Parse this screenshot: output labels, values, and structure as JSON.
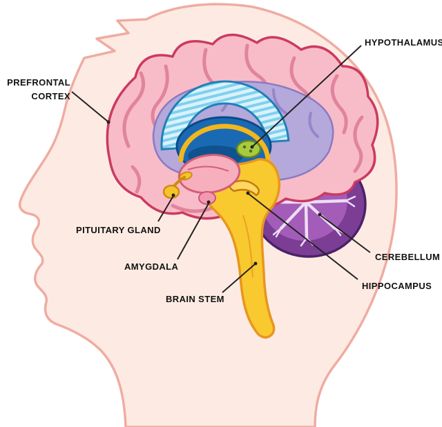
{
  "labels": {
    "prefrontal_cortex": "PREFRONTAL CORTEX",
    "hypothalamus": "HYPOTHALAMUS",
    "pituitary_gland": "PITUITARY GLAND",
    "amygdala": "AMYGDALA",
    "brain_stem": "BRAIN STEM",
    "cerebellum": "CEREBELLUM",
    "hippocampus": "HIPPOCAMPUS"
  },
  "colors": {
    "head_skin": "#fdebe3",
    "cerebrum_pink": "#f8bcc8",
    "inner_purple": "#b5a8da",
    "corpus_callosum_blue": "#7fd0ee",
    "thalamus_blue": "#1a6ab3",
    "fornix_yellow": "#f3b71c",
    "hypothalamus_green": "#a8ca3e",
    "pons_pink": "#f7aebd",
    "brain_stem_yellow": "#f9c930",
    "cerebellum_purple": "#7c3d95",
    "cerebellum_inner": "#a35cb8",
    "pituitary_yellow": "#f5c42c",
    "leader_line": "#222222"
  }
}
